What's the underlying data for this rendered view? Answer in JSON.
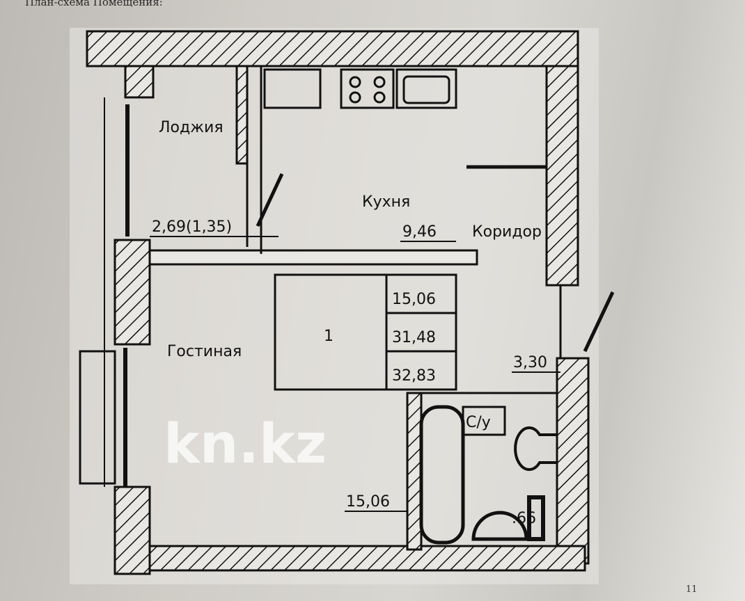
{
  "document": {
    "title": "План-схема Помещения:",
    "page_number": "11"
  },
  "rooms": {
    "loggia": {
      "name": "Лоджия",
      "area": "2,69(1,35)"
    },
    "kitchen": {
      "name": "Кухня",
      "area": "9,46"
    },
    "corridor": {
      "name": "Коридор",
      "area": "3,30"
    },
    "living": {
      "name": "Гостиная",
      "area": "15,06"
    },
    "bathroom": {
      "name": "С/у",
      "area": ".66"
    }
  },
  "summary_table": {
    "room_count": "1",
    "living_area": "15,06",
    "total_area": "31,48",
    "total_area_with_loggia": "32,83"
  },
  "watermark": "kn.kz"
}
